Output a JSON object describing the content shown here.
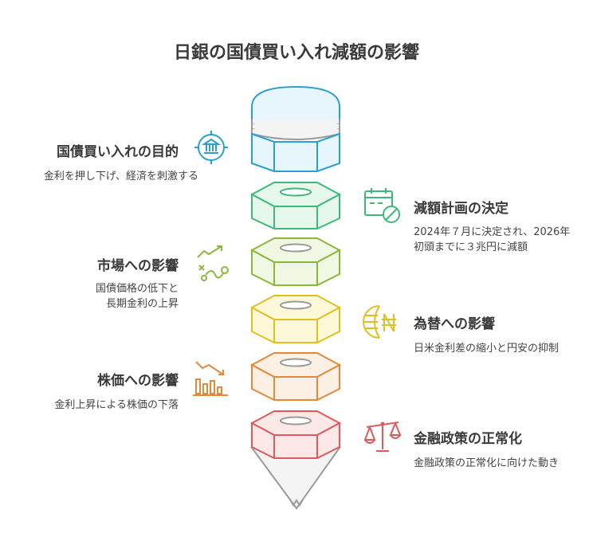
{
  "title": "日銀の国債買い入れ減額の影響",
  "items": [
    {
      "title": "国債買い入れの目的",
      "desc": [
        "金利を押し下げ、経済を刺激する"
      ],
      "side": "left",
      "icon": "bank-icon",
      "color": "#2b9fd0"
    },
    {
      "title": "減額計画の決定",
      "desc": [
        "2024年７月に決定され、2026年",
        "初頭までに３兆円に減額"
      ],
      "side": "right",
      "icon": "calendar-icon",
      "color": "#3fb97a"
    },
    {
      "title": "市場への影響",
      "desc": [
        "国債価格の低下と",
        "長期金利の上昇"
      ],
      "side": "left",
      "icon": "strategy-icon",
      "color": "#8bb83b"
    },
    {
      "title": "為替への影響",
      "desc": [
        "日米金利差の縮小と円安の抑制"
      ],
      "side": "right",
      "icon": "currency-icon",
      "color": "#e0c020"
    },
    {
      "title": "株価への影響",
      "desc": [
        "金利上昇による株価の下落"
      ],
      "side": "left",
      "icon": "falling-chart-icon",
      "color": "#e08a3a"
    },
    {
      "title": "金融政策の正常化",
      "desc": [
        "金融政策の正常化に向けた動き"
      ],
      "side": "right",
      "icon": "scales-icon",
      "color": "#e05a5a"
    }
  ]
}
